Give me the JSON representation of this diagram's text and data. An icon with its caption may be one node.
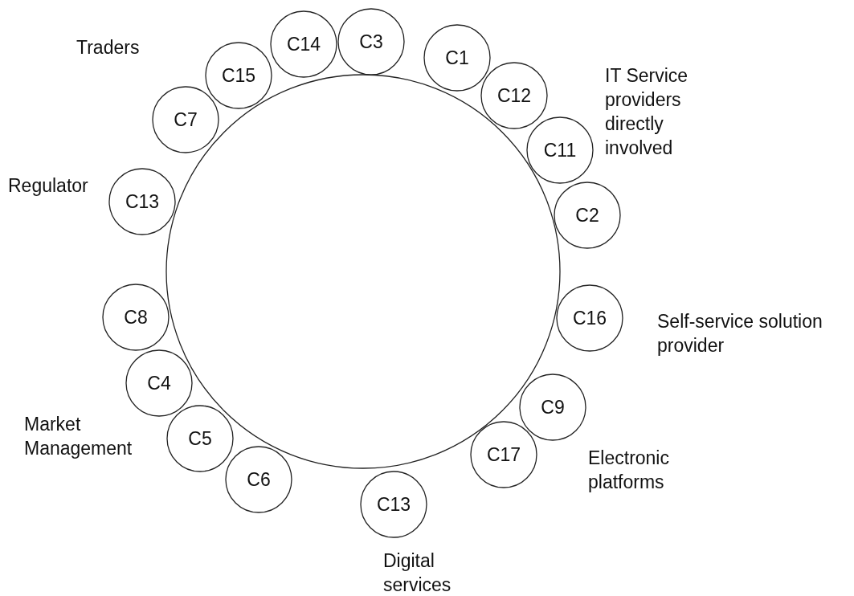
{
  "diagram": {
    "nodes": [
      {
        "text": [],
        "shape": "circle"
      },
      {
        "text": [
          "C3"
        ]
      },
      {
        "text": [
          "C1"
        ]
      },
      {
        "text": [
          "C12"
        ]
      },
      {
        "text": [
          "C11"
        ]
      },
      {
        "text": [
          "C2"
        ]
      },
      {
        "text": [
          "C16"
        ]
      },
      {
        "text": [
          "C9"
        ]
      },
      {
        "text": [
          "C17"
        ]
      },
      {
        "text": [
          "C13"
        ]
      },
      {
        "text": [
          "C6"
        ]
      },
      {
        "text": [
          "C5"
        ]
      },
      {
        "text": [
          "C4"
        ]
      },
      {
        "text": [
          "C8"
        ]
      },
      {
        "text": [
          "C13"
        ]
      },
      {
        "text": [
          "C7"
        ]
      },
      {
        "text": [
          "C15"
        ]
      },
      {
        "text": [
          "C14"
        ]
      }
    ],
    "edges": [],
    "labels": [
      "Traders",
      "IT Service providers directly involved",
      "Regulator",
      "Self-service solution provider",
      "Market Management",
      "Electronic platforms",
      "Digital services"
    ]
  }
}
